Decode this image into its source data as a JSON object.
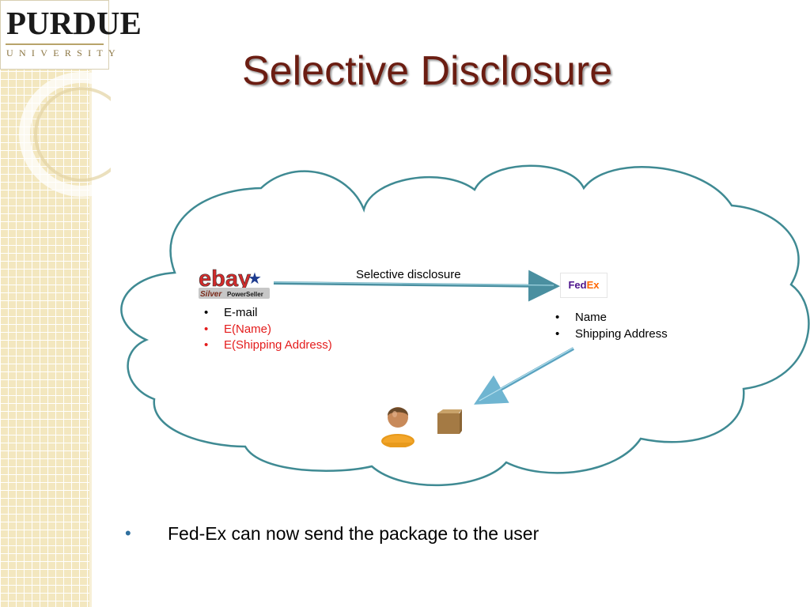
{
  "logo": {
    "name": "PURDUE",
    "subtitle": "UNIVERSITY"
  },
  "slide": {
    "title": "Selective Disclosure"
  },
  "diagram": {
    "arrow_label": "Selective disclosure",
    "ebay_logo": {
      "word": "ebay",
      "badge_top": "Silver",
      "badge_bottom": "PowerSeller"
    },
    "fedex_logo": {
      "fed": "Fed",
      "ex": "Ex"
    },
    "ebay_items": [
      {
        "bullet": "•",
        "text": "E-mail",
        "color": "#000000"
      },
      {
        "bullet": "•",
        "text": "E(Name)",
        "color": "#e41c1c"
      },
      {
        "bullet": "•",
        "text": "E(Shipping Address)",
        "color": "#e41c1c"
      }
    ],
    "fedex_items": [
      {
        "bullet": "•",
        "text": "Name"
      },
      {
        "bullet": "•",
        "text": "Shipping Address"
      }
    ],
    "user_icon": "user-icon",
    "box_icon": "package-icon"
  },
  "content": {
    "bullet": "•",
    "text": "Fed-Ex can now send the package to the user"
  },
  "colors": {
    "title": "#6b1d12",
    "cloud_stroke": "#3f8a93",
    "arrow": "#4a8fa0",
    "accent_red": "#e41c1c",
    "bullet_blue": "#2e6f9e"
  }
}
